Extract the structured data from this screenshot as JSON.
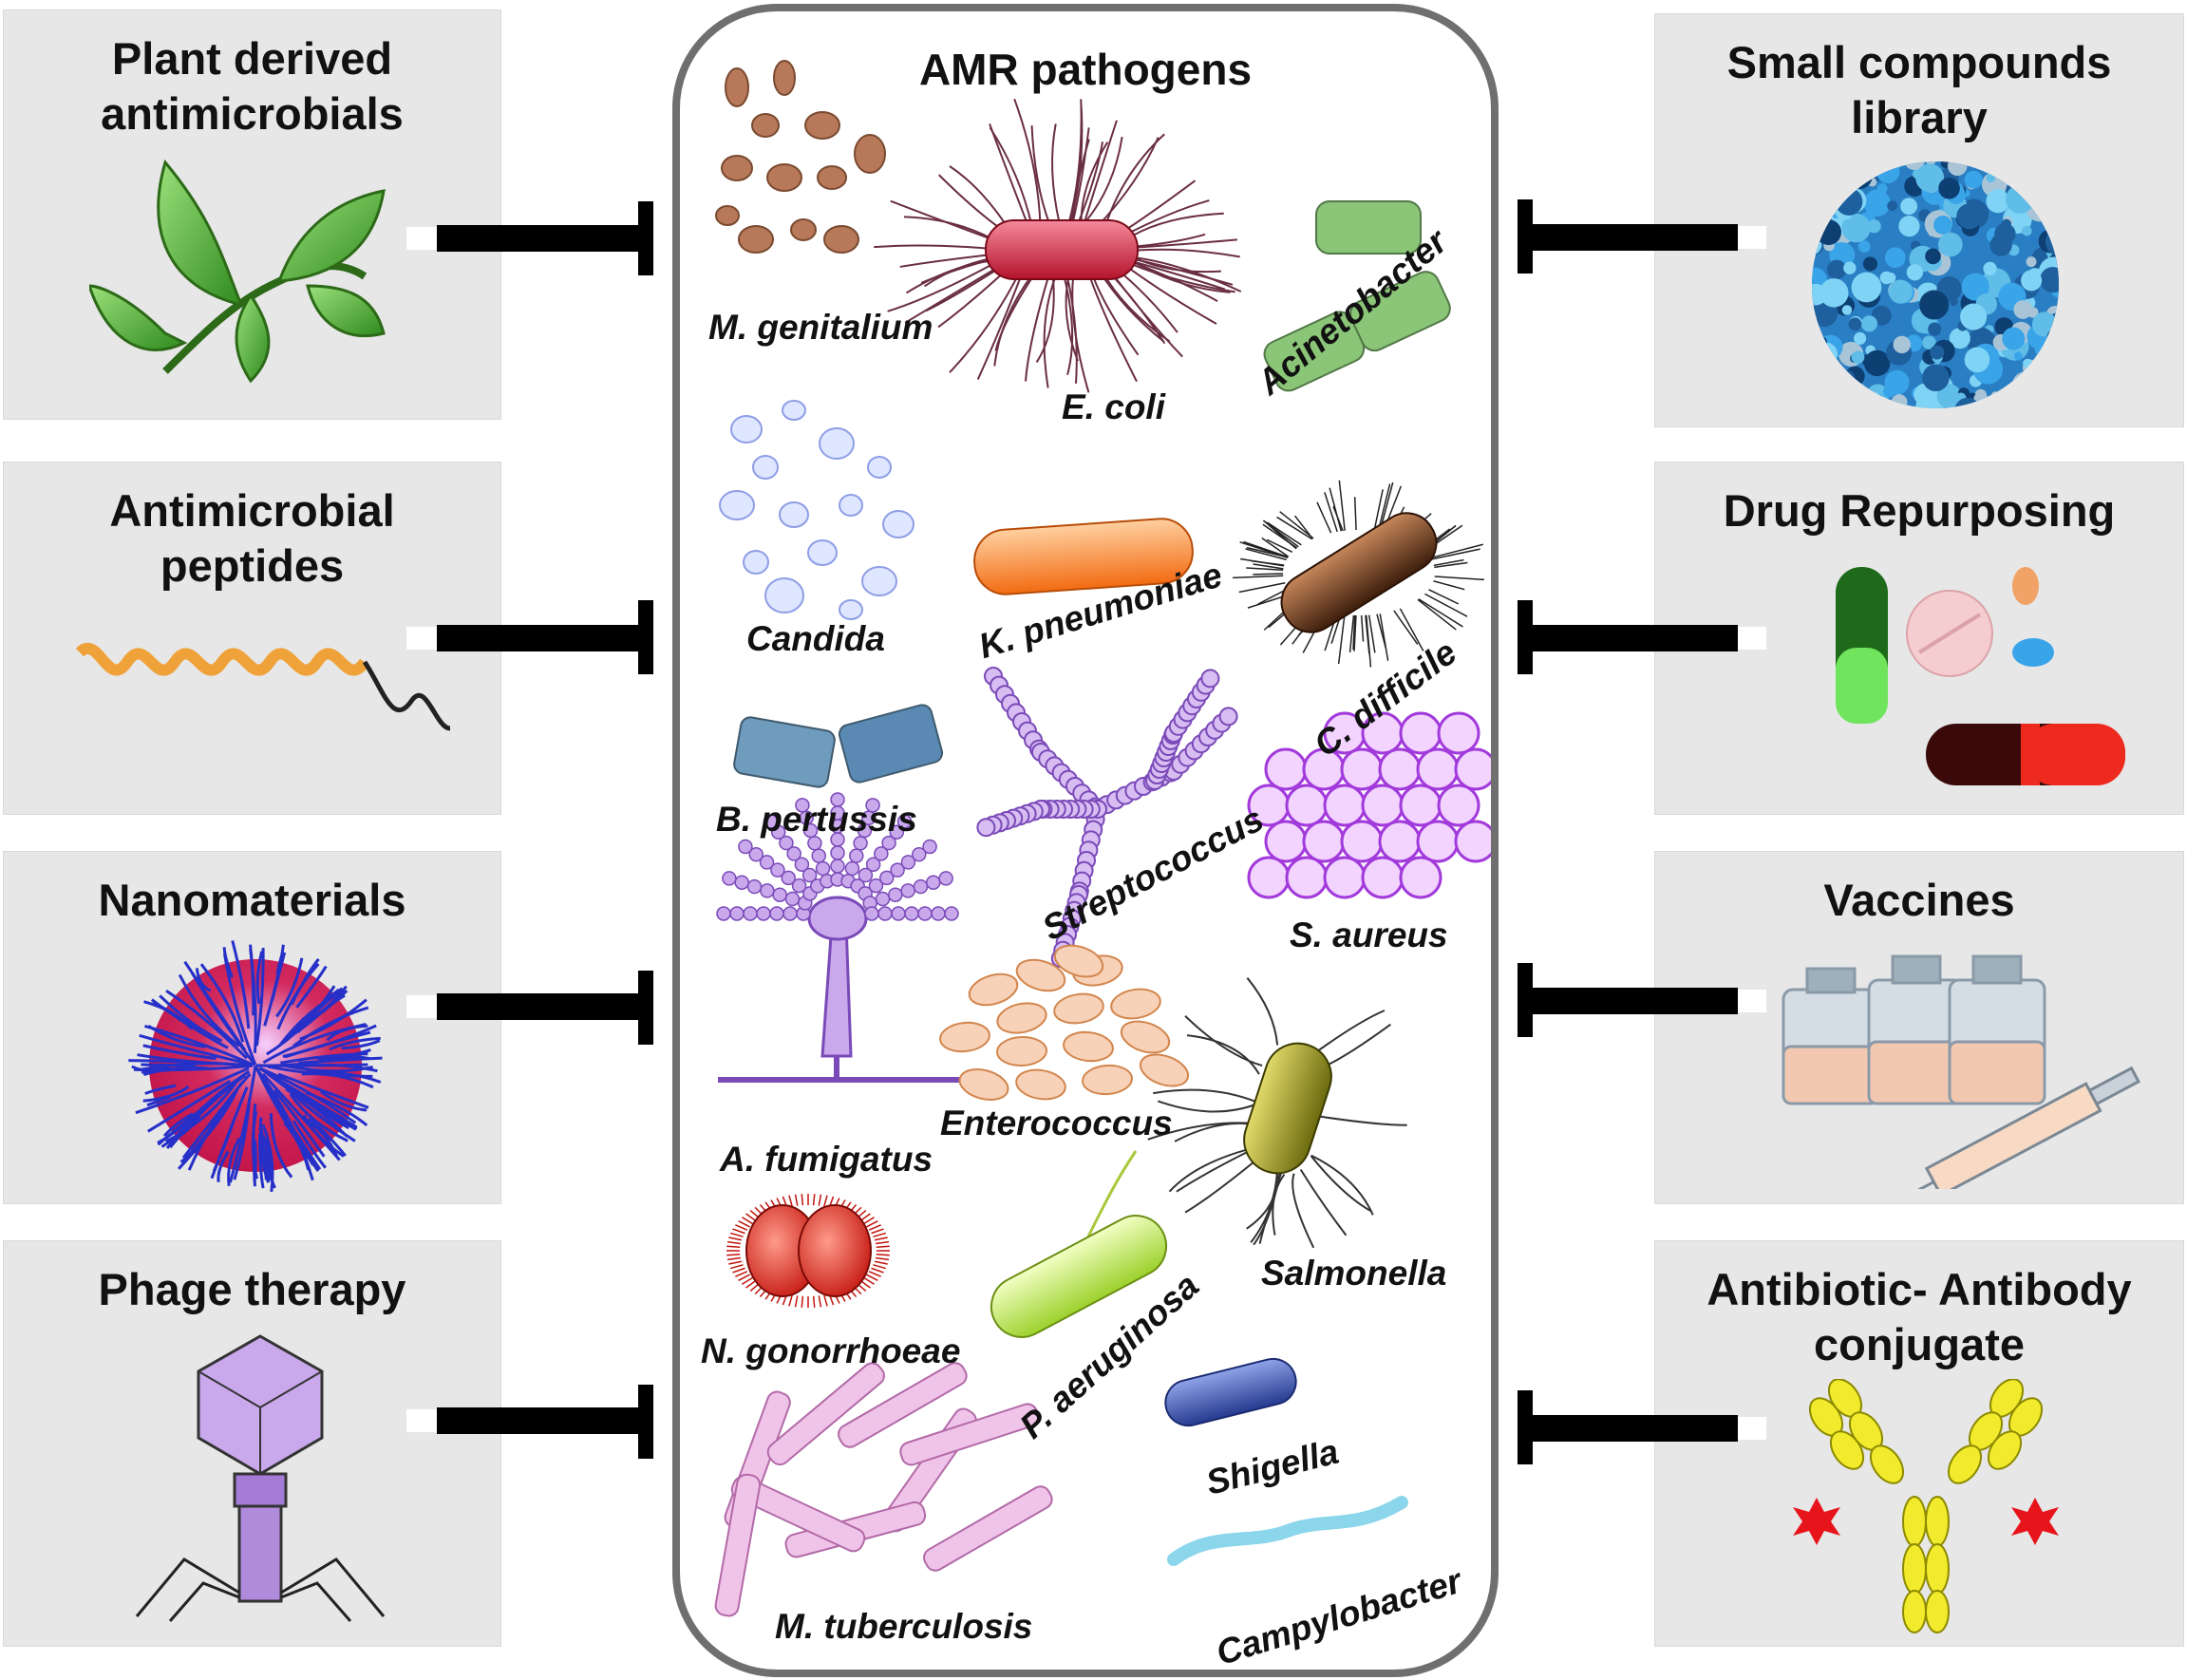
{
  "left_panels": [
    {
      "title": "Plant derived\nantimicrobials",
      "icon": "leaf-icon"
    },
    {
      "title": "Antimicrobial\npeptides",
      "icon": "helix-peptide-icon"
    },
    {
      "title": "Nanomaterials",
      "icon": "nanoparticle-icon"
    },
    {
      "title": "Phage therapy",
      "icon": "bacteriophage-icon"
    }
  ],
  "right_panels": [
    {
      "title": "Small compounds\nlibrary",
      "icon": "compound-library-icon"
    },
    {
      "title": "Drug Repurposing",
      "icon": "pills-icon"
    },
    {
      "title": "Vaccines",
      "icon": "vaccine-vials-icon"
    },
    {
      "title": "Antibiotic- Antibody\nconjugate",
      "icon": "antibody-icon"
    }
  ],
  "center": {
    "title": "AMR pathogens",
    "organisms": [
      "M. genitalium",
      "E. coli",
      "Acinetobacter",
      "Candida",
      "K. pneumoniae",
      "C. difficile",
      "B. pertussis",
      "Streptococcus",
      "S. aureus",
      "A. fumigatus",
      "Enterococcus",
      "Salmonella",
      "N. gonorrhoeae",
      "P. aeruginosa",
      "Shigella",
      "M. tuberculosis",
      "Campylobacter"
    ]
  },
  "colors": {
    "panel_bg": "#e7e7e7",
    "border": "#6f6f6f",
    "inhibitor": "#000000"
  }
}
